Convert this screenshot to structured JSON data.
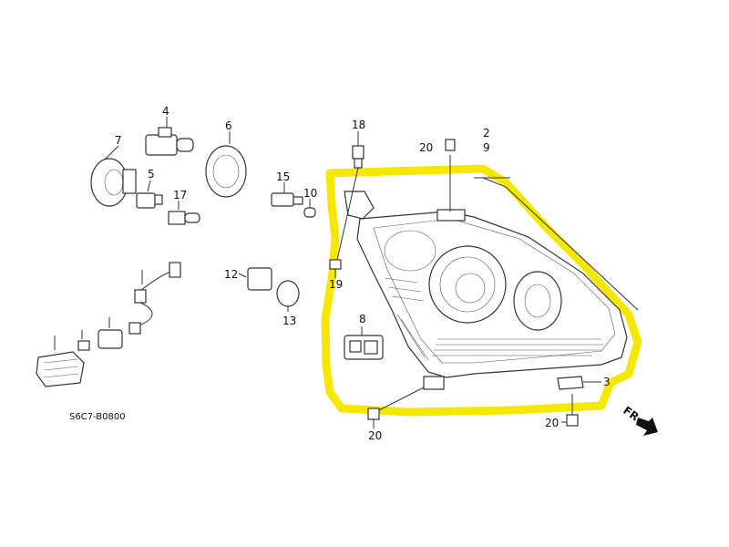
{
  "diagram_code": "S6C7-B0800",
  "front_arrow_label": "FR.",
  "highlight_color": "#f5e800",
  "callouts": [
    {
      "id": "c2",
      "text": "2"
    },
    {
      "id": "c9",
      "text": "9"
    },
    {
      "id": "c18",
      "text": "18"
    },
    {
      "id": "c20a",
      "text": "20"
    },
    {
      "id": "c19",
      "text": "19"
    },
    {
      "id": "c8",
      "text": "8"
    },
    {
      "id": "c20b",
      "text": "20"
    },
    {
      "id": "c20c",
      "text": "20"
    },
    {
      "id": "c3",
      "text": "3"
    },
    {
      "id": "c4",
      "text": "4"
    },
    {
      "id": "c6",
      "text": "6"
    },
    {
      "id": "c7",
      "text": "7"
    },
    {
      "id": "c5",
      "text": "5"
    },
    {
      "id": "c17",
      "text": "17"
    },
    {
      "id": "c15",
      "text": "15"
    },
    {
      "id": "c10",
      "text": "10"
    },
    {
      "id": "c12",
      "text": "12"
    },
    {
      "id": "c13",
      "text": "13"
    }
  ]
}
